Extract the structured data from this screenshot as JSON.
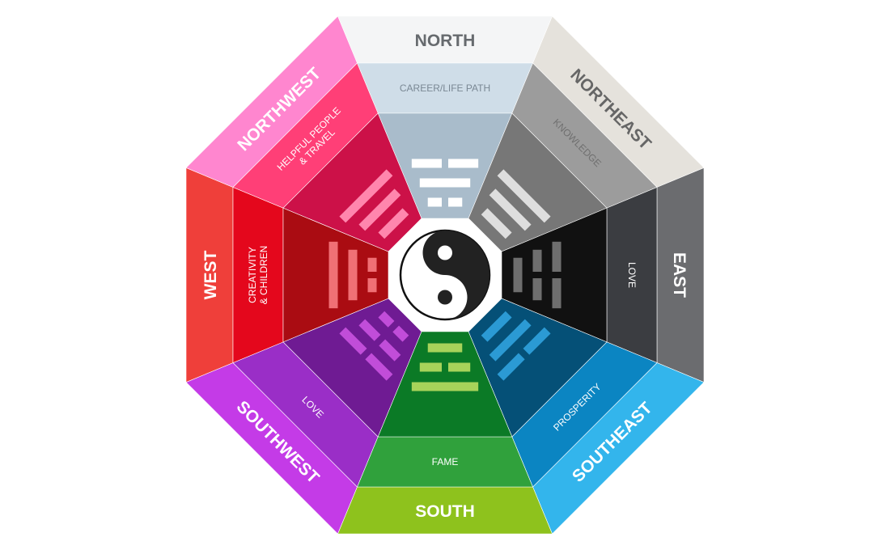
{
  "sectors": [
    {
      "id": "north",
      "direction": "NORTH",
      "area_lines": [
        "CAREER/LIFE PATH"
      ],
      "trigram": [
        false,
        true,
        false
      ],
      "colors": {
        "outer": "#f4f5f6",
        "middle": "#cfdde8",
        "inner": "#a9bccb",
        "dir_text": "#666a6e",
        "area_text": "#7a8894",
        "trigram": "#ffffff"
      }
    },
    {
      "id": "northeast",
      "direction": "NORTHEAST",
      "area_lines": [
        "KNOWLEDGE"
      ],
      "trigram": [
        true,
        true,
        true
      ],
      "colors": {
        "outer": "#e5e2dc",
        "middle": "#9c9c9c",
        "inner": "#777777",
        "dir_text": "#666666",
        "area_text": "#6f6f6f",
        "trigram": "#dedede"
      }
    },
    {
      "id": "east",
      "direction": "EAST",
      "area_lines": [
        "LOVE"
      ],
      "trigram": [
        true,
        false,
        false
      ],
      "colors": {
        "outer": "#6b6c6f",
        "middle": "#3b3d41",
        "inner": "#111111",
        "dir_text": "#ffffff",
        "area_text": "#ffffff",
        "trigram": "#6e6e6e"
      }
    },
    {
      "id": "southeast",
      "direction": "SOUTHEAST",
      "area_lines": [
        "PROSPERITY"
      ],
      "trigram": [
        true,
        true,
        false
      ],
      "colors": {
        "outer": "#33b5ec",
        "middle": "#0b85c2",
        "inner": "#055077",
        "dir_text": "#ffffff",
        "area_text": "#ffffff",
        "trigram": "#2b9ad4"
      }
    },
    {
      "id": "south",
      "direction": "SOUTH",
      "area_lines": [
        "FAME"
      ],
      "trigram": [
        true,
        false,
        true
      ],
      "colors": {
        "outer": "#8ec21d",
        "middle": "#30a13c",
        "inner": "#0b7a26",
        "dir_text": "#ffffff",
        "area_text": "#ffffff",
        "trigram": "#a7d35a"
      }
    },
    {
      "id": "southwest",
      "direction": "SOUTHWEST",
      "area_lines": [
        "LOVE"
      ],
      "trigram": [
        false,
        false,
        false
      ],
      "colors": {
        "outer": "#c43be7",
        "middle": "#9a2ec7",
        "inner": "#6f1b93",
        "dir_text": "#ffffff",
        "area_text": "#ffffff",
        "trigram": "#c14dd9"
      }
    },
    {
      "id": "west",
      "direction": "WEST",
      "area_lines": [
        "CREATIVITY",
        "& CHILDREN"
      ],
      "trigram": [
        false,
        true,
        true
      ],
      "colors": {
        "outer": "#ef3f3a",
        "middle": "#e4071c",
        "inner": "#aa0c12",
        "dir_text": "#ffffff",
        "area_text": "#ffffff",
        "trigram": "#f07075"
      }
    },
    {
      "id": "northwest",
      "direction": "NORTHWEST",
      "area_lines": [
        "HELPFUL PEOPLE",
        "& TRAVEL"
      ],
      "trigram": [
        true,
        true,
        true
      ],
      "colors": {
        "outer": "#ff86cf",
        "middle": "#ff3f77",
        "inner": "#cc1148",
        "dir_text": "#ffffff",
        "area_text": "#ffffff",
        "trigram": "#ff86ad"
      }
    }
  ],
  "center": {
    "symbol": "yin-yang",
    "colors": {
      "dark": "#222222",
      "light": "#ffffff",
      "ring": "#111111",
      "background": "#ffffff"
    }
  }
}
